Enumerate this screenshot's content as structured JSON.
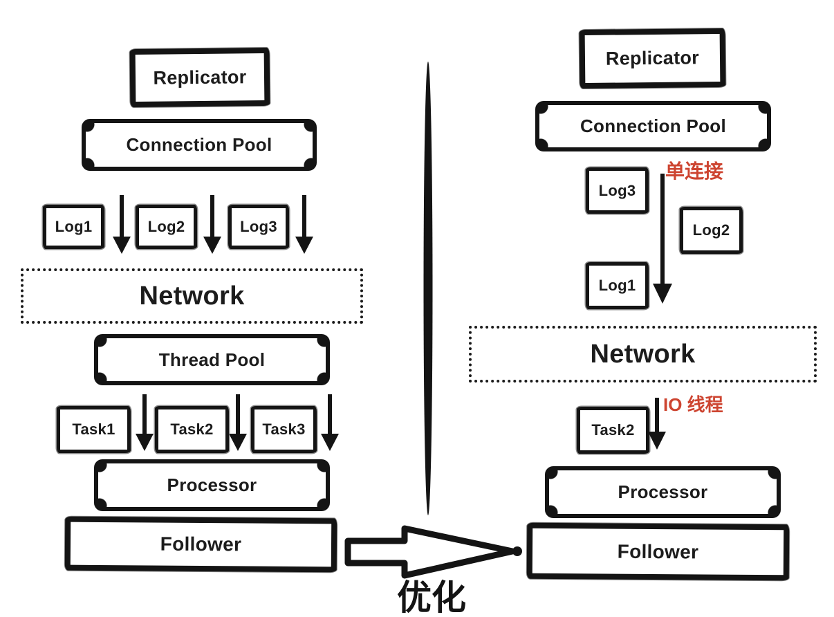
{
  "left_panel": {
    "replicator": "Replicator",
    "connection_pool": "Connection Pool",
    "logs": [
      "Log1",
      "Log2",
      "Log3"
    ],
    "network": "Network",
    "thread_pool": "Thread Pool",
    "tasks": [
      "Task1",
      "Task2",
      "Task3"
    ],
    "processor": "Processor",
    "follower": "Follower"
  },
  "right_panel": {
    "replicator": "Replicator",
    "connection_pool": "Connection Pool",
    "single_connection_label": "单连接",
    "log_top": "Log3",
    "log_middle": "Log2",
    "log_bottom": "Log1",
    "network": "Network",
    "io_thread_label": "IO 线程",
    "task": "Task2",
    "processor": "Processor",
    "follower": "Follower"
  },
  "center": {
    "optimize_label": "优化"
  },
  "colors": {
    "ink": "#141414",
    "annotation_red": "#cd4430",
    "background": "#ffffff"
  }
}
